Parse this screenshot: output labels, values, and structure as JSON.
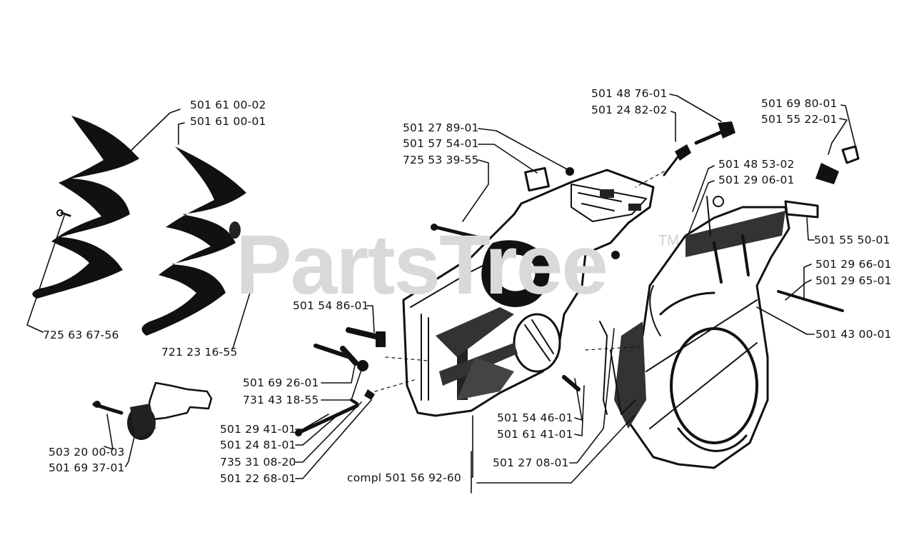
{
  "watermark": {
    "text": "PartsTree",
    "mark": "TM"
  },
  "callouts": {
    "c1": "501 61 00-02",
    "c2": "501 61 00-01",
    "c3": "725 63 67-56",
    "c4": "721 23 16-55",
    "c5": "501 27 89-01",
    "c6": "501 57 54-01",
    "c7": "725 53 39-55",
    "c8": "501 48 76-01",
    "c9": "501 24 82-02",
    "c10": "501 69 80-01",
    "c11": "501 55 22-01",
    "c12": "501 48 53-02",
    "c13": "501 29 06-01",
    "c14": "501 55 50-01",
    "c15": "501 29 66-01",
    "c16": "501 29 65-01",
    "c17": "501 43 00-01",
    "c18": "501 54 86-01",
    "c19": "501 69 26-01",
    "c20": "731 43 18-55",
    "c21": "501 29 41-01",
    "c22": "501 24 81-01",
    "c23": "735 31 08-20",
    "c24": "501 22 68-01",
    "c25": "503 20 00-03",
    "c26": "501 69 37-01",
    "c27": "501 54 46-01",
    "c28": "501 61 41-01",
    "c29": "501 27 08-01",
    "c30": "compl 501 56 92-60"
  }
}
